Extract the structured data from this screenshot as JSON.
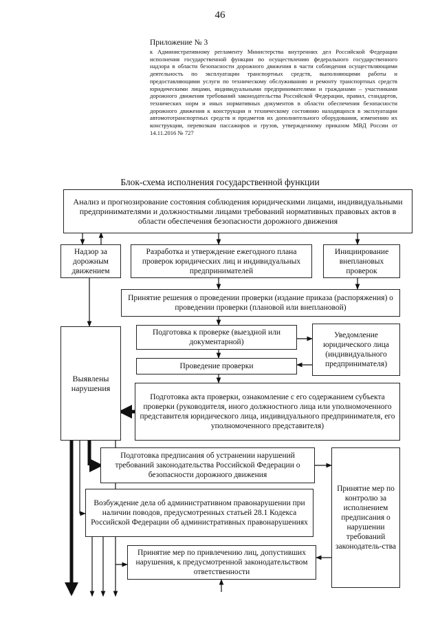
{
  "page_number": "46",
  "appendix": {
    "title": "Приложение № 3",
    "text": "к Административному регламенту Министерства внутренних дел Российской Федерации исполнения государственной функции по осуществлению федерального государственного надзора в области безопасности дорожного движения в части соблюдения осуществляющими деятельность по эксплуатации транспортных средств, выполняющими работы и предоставляющими услуги по техническому обслуживанию и ремонту транспортных средств юридическими лицами, индивидуальными предпринимателями и гражданами – участниками дорожного движения требований законодательства Российской Федерации, правил, стандартов, технических норм и иных нормативных документов в области обеспечения безопасности дорожного движения к конструкции и техническому состоянию находящихся в эксплуатации автомототранспортных средств и предметов их дополнительного оборудования, изменению их конструкции, перевозкам пассажиров и грузов, утвержденному приказом МВД России от 14.11.2016 № 727"
  },
  "scheme_title": "Блок-схема исполнения государственной функции",
  "nodes": {
    "analysis": "Анализ и прогнозирование состояния соблюдения юридическими лицами, индивидуальными предпринимателями и должностными лицами требований нормативных правовых актов в области обеспечения безопасности дорожного движения",
    "supervision": "Надзор за дорожным движением",
    "annual_plan": "Разработка и утверждение ежегодного плана проверок юридических лиц и индивидуальных предпринимателей",
    "unscheduled": "Инициирование внеплановых проверок",
    "decision": "Принятие решения о проведении проверки (издание приказа (распоряжения) о проведении проверки (плановой или внеплановой)",
    "violations": "Выявлены нарушения",
    "preparation": "Подготовка к проверке (выездной или документарной)",
    "notification": "Уведомление юридического лица (индивидуального предпринимателя)",
    "conduct": "Проведение проверки",
    "act": "Подготовка акта проверки, ознакомление с его содержанием субъекта проверки (руководителя, иного должностного лица или уполномоченного представителя юридического лица, индивидуального предпринимателя, его уполномоченного представителя)",
    "order": "Подготовка предписания об устранении нарушений требований законодательства Российской Федерации о безопасности дорожного движения",
    "control": "Принятие мер по контролю за исполнением предписания о нарушении требований законодатель-ства",
    "case": "Возбуждение дела об административном правонарушении при наличии поводов, предусмотренных статьей 28.1 Кодекса Российской Федерации об административных правонарушениях",
    "liability": "Принятие мер по привлечению лиц, допустивших нарушения, к предусмотренной законодательством ответственности"
  }
}
